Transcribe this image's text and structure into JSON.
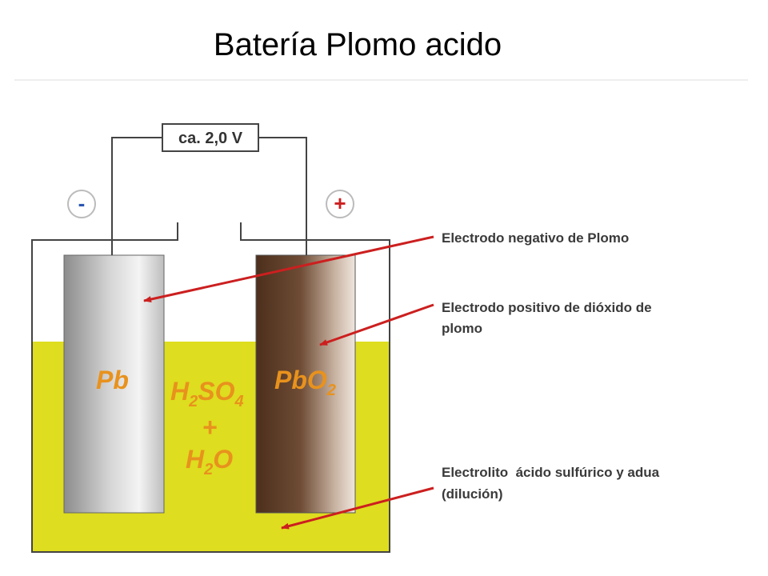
{
  "title": "Batería Plomo acido",
  "voltmeter": {
    "reading": "ca. 2,0 V"
  },
  "terminals": {
    "negative": "-",
    "positive": "+"
  },
  "electrodes": {
    "negative": {
      "symbol": "Pb"
    },
    "positive": {
      "symbol_main": "PbO",
      "symbol_sub": "2"
    }
  },
  "electrolyte": {
    "line1_a": "H",
    "line1_sub1": "2",
    "line1_b": "SO",
    "line1_sub2": "4",
    "plus": "+",
    "line3_a": "H",
    "line3_sub": "2",
    "line3_b": "O"
  },
  "callouts": {
    "negative_electrode": "Electrodo negativo de Plomo",
    "positive_electrode_line1": "Electrodo positivo de dióxido de",
    "positive_electrode_line2": "plomo",
    "electrolyte_line1": "Electrolito  ácido sulfúrico y adua",
    "electrolyte_line2": "(dilución)"
  },
  "colors": {
    "electrolyte": "#dedd1f",
    "lead": "#b9b9b9",
    "lead_dioxide": "#6b4a33",
    "arrow": "#cc1f1f",
    "chem_text": "#e8921d",
    "negative_sign": "#2a55b0",
    "positive_sign": "#cc1f1f"
  }
}
